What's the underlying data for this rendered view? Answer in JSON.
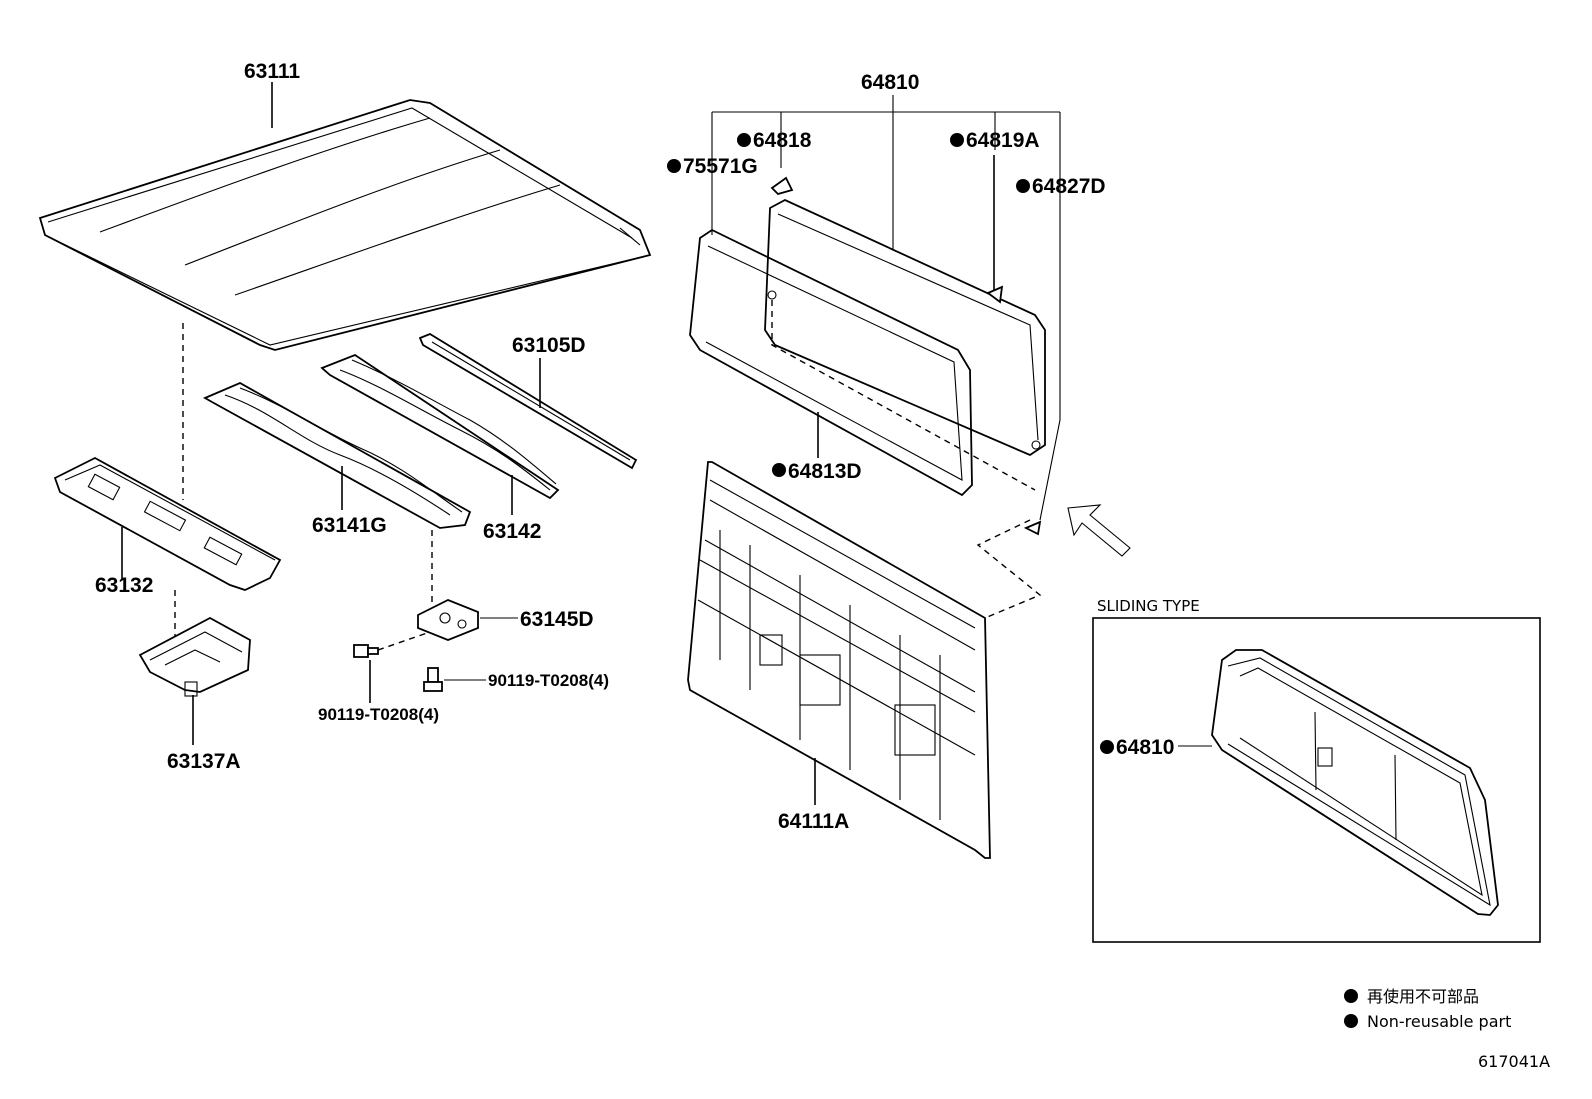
{
  "labels": {
    "p63111": "63111",
    "p64810": "64810",
    "p64818": "64818",
    "p75571G": "75571G",
    "p64819A": "64819A",
    "p64827D": "64827D",
    "p63105D": "63105D",
    "p63141G": "63141G",
    "p63142": "63142",
    "p64813D": "64813D",
    "p63132": "63132",
    "p63145D": "63145D",
    "p90119a": "90119-T0208(4)",
    "p90119b": "90119-T0208(4)",
    "p63137A": "63137A",
    "p64111A": "64111A",
    "p64810s": "64810"
  },
  "inset": {
    "title": "SLIDING TYPE"
  },
  "legend": {
    "jp": "再使用不可部品",
    "en": "Non-reusable part"
  },
  "figure_code": "617041A"
}
